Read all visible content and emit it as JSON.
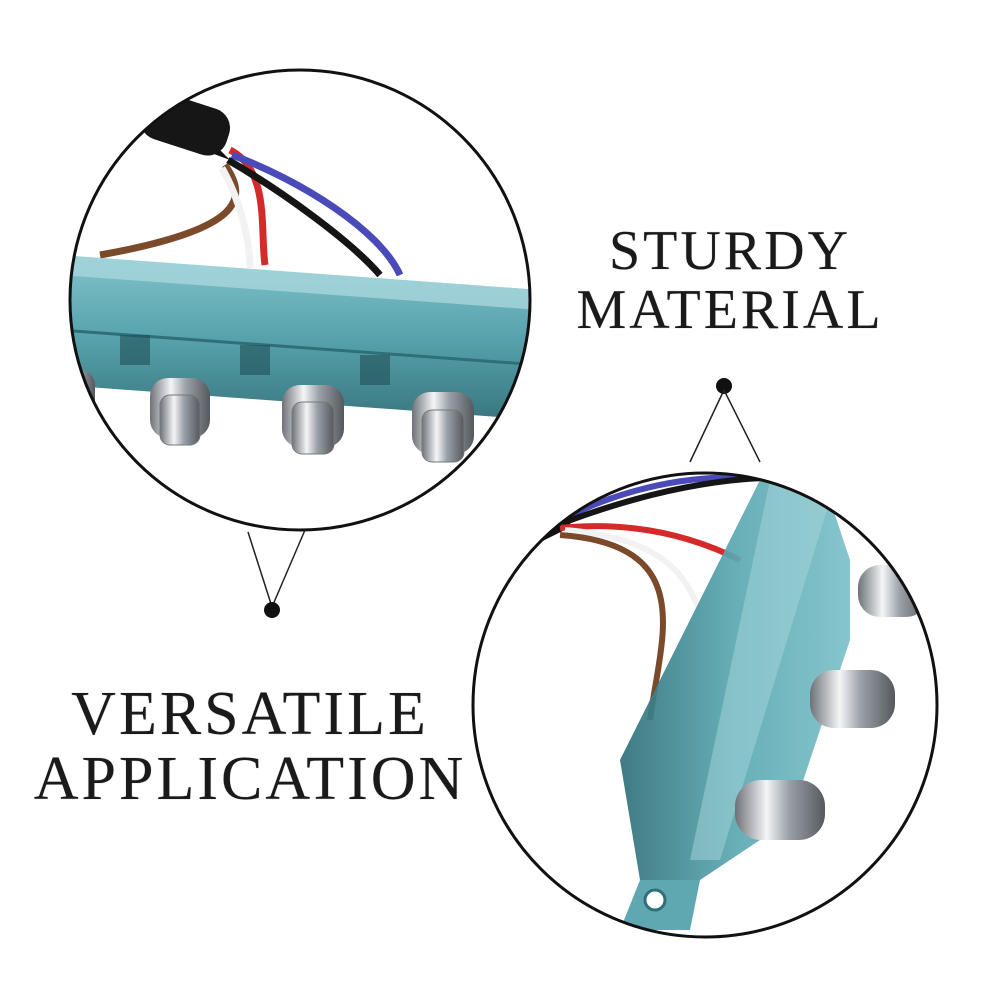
{
  "captions": {
    "top_line1": "STURDY",
    "top_line2": "MATERIAL",
    "bottom_line1": "VERSATILE",
    "bottom_line2": "APPLICATION"
  },
  "colors": {
    "housing": "#4fa0aa",
    "housing_dark": "#2f7a83",
    "wire_red": "#d62a2a",
    "wire_blue": "#4a4ab8",
    "wire_brown": "#7a4a2a",
    "wire_black": "#151515",
    "wire_white": "#f2f2f2",
    "chrome": "#c9ccd1"
  }
}
